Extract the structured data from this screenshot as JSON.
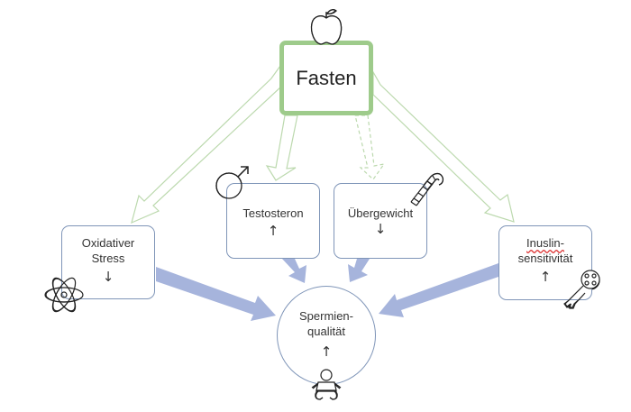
{
  "diagram": {
    "center_node": {
      "label": "Fasten",
      "icon": "apple-icon"
    },
    "outcome_node": {
      "label_line1": "Spermien-",
      "label_line2": "qualität",
      "trend": "↑",
      "trend_meaning": "increase",
      "icon": "baby-icon"
    },
    "factors": [
      {
        "id": "oxidative-stress",
        "label_line1": "Oxidativer",
        "label_line2": "Stress",
        "trend": "↓",
        "trend_meaning": "decrease",
        "icon": "atom-icon",
        "link_from_fasten": "solid"
      },
      {
        "id": "testosterone",
        "label_line1": "Testosteron",
        "trend": "↑",
        "trend_meaning": "increase",
        "icon": "male-symbol-icon",
        "link_from_fasten": "solid"
      },
      {
        "id": "overweight",
        "label_line1": "Übergewicht",
        "trend": "↓",
        "trend_meaning": "decrease",
        "icon": "candy-cane-icon",
        "link_from_fasten": "dashed"
      },
      {
        "id": "insulin-sensitivity",
        "label_line1": "Inuslin-",
        "label_line2": "sensitivität",
        "trend": "↑",
        "trend_meaning": "increase",
        "icon": "key-icon",
        "link_from_fasten": "solid",
        "spellcheck_flag": "Inuslin"
      }
    ],
    "colors": {
      "fasten_border": "#9ecb8b",
      "green_arrow_outline": "#bcd9ae",
      "blue_arrow_fill": "#a6b4dc",
      "node_border": "#7f95b8"
    }
  }
}
